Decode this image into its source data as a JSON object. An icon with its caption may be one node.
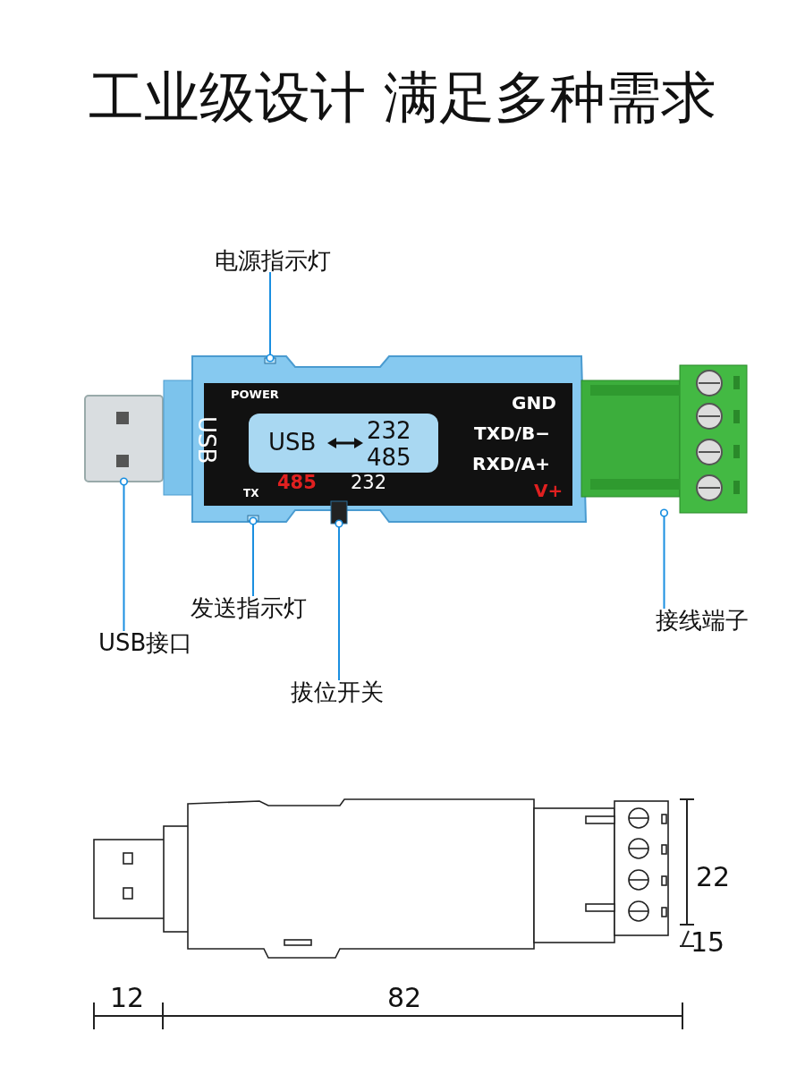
{
  "diagram": {
    "title": "工业级设计 满足多种需求",
    "nodes": [
      {
        "text": [
          "电源指示灯"
        ]
      },
      {
        "text": [
          "发送指示灯"
        ]
      },
      {
        "text": [
          "接线端子"
        ]
      },
      {
        "text": [
          "USB接口"
        ]
      },
      {
        "text": [
          "拔位开关"
        ]
      },
      {
        "text": [],
        "shape": "picture"
      },
      {
        "text": [],
        "shape": "box"
      },
      {
        "text": [],
        "shape": "box"
      },
      {
        "text": [],
        "shape": "box"
      },
      {
        "text": [],
        "shape": "picture"
      }
    ],
    "edges": [
      {
        "from": 0,
        "to": 8,
        "arrow": "other"
      },
      {
        "from": 1,
        "to": 7,
        "arrow": "other"
      },
      {
        "from": 2,
        "to": 9,
        "arrow": "other"
      },
      {
        "from": 3,
        "to": 5,
        "arrow": "other"
      },
      {
        "from": 4,
        "to": 6,
        "arrow": "other"
      }
    ],
    "labels": [
      "POWER",
      "USB",
      "USB",
      "232",
      "485",
      "TX",
      "485",
      "232",
      "GND",
      "TXD/B−",
      "RXD/A+",
      "V+",
      "22",
      "15",
      "12",
      "82"
    ]
  }
}
